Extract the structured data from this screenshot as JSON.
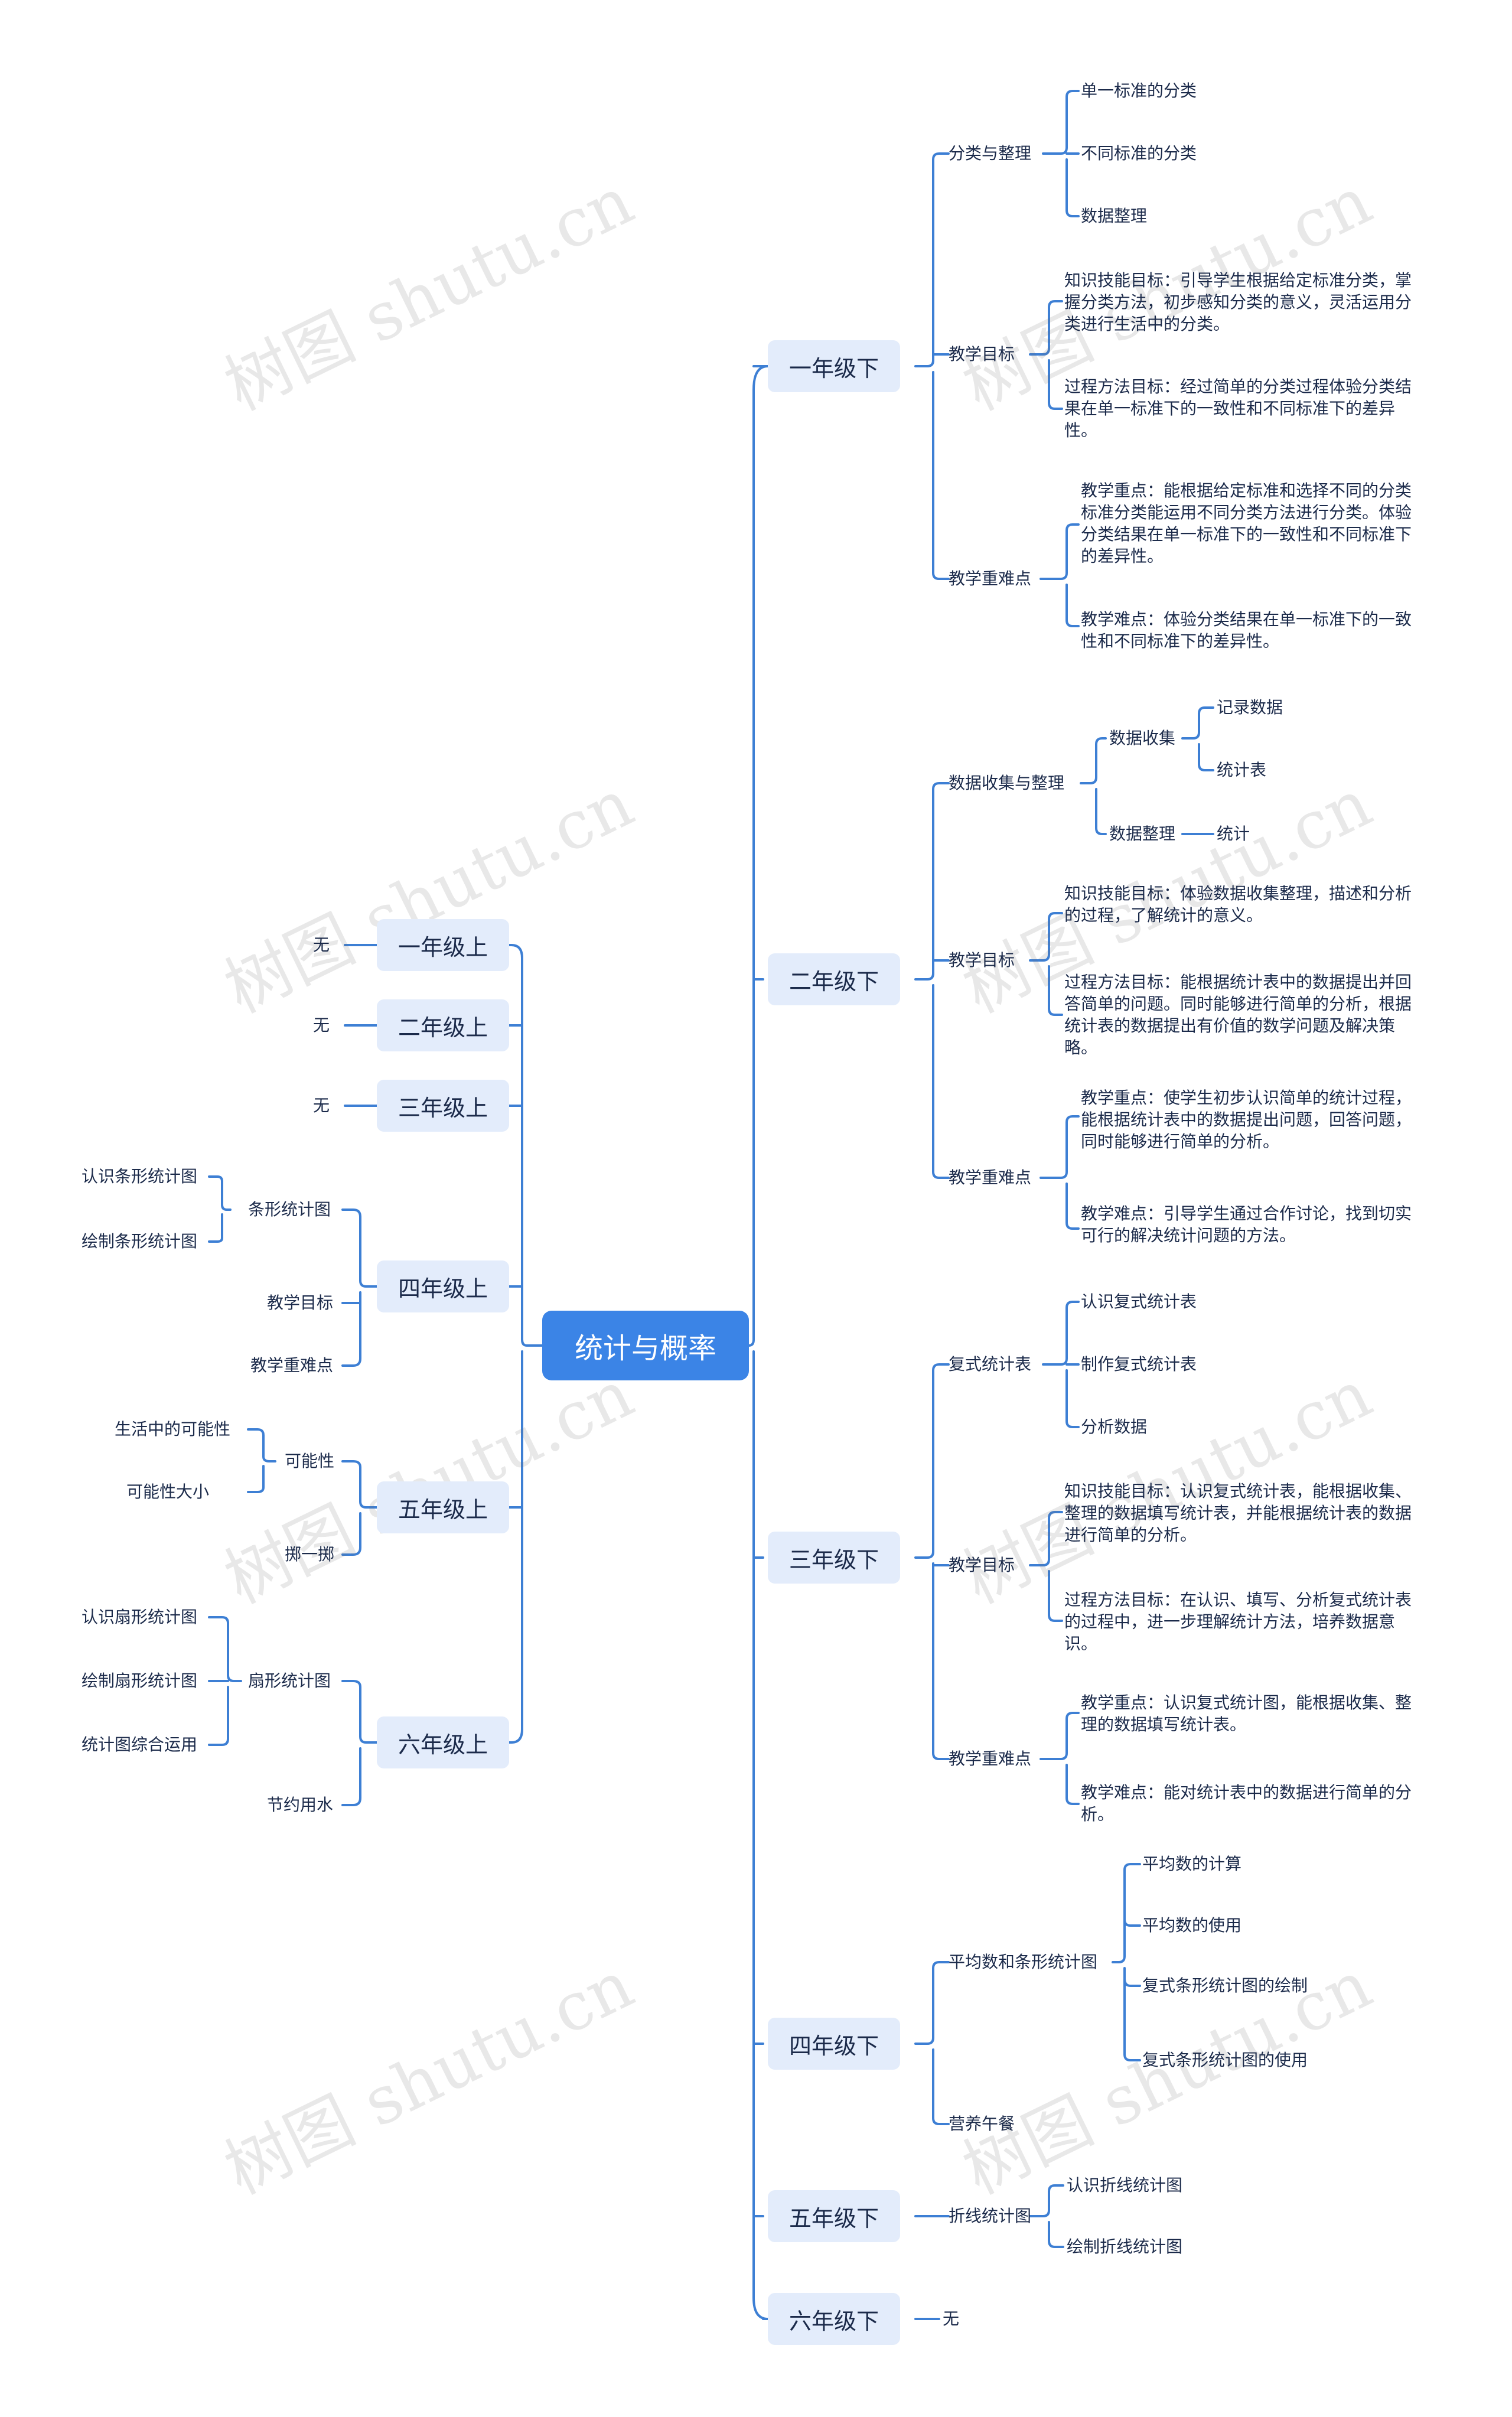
{
  "root": "统计与概率",
  "watermark": "树图 shutu.cn",
  "left": {
    "g1": {
      "label": "一年级上",
      "child": "无"
    },
    "g2": {
      "label": "二年级上",
      "child": "无"
    },
    "g3": {
      "label": "三年级上",
      "child": "无"
    },
    "g4": {
      "label": "四年级上",
      "bar": "条形统计图",
      "bar_items": [
        "认识条形统计图",
        "绘制条形统计图"
      ],
      "goal": "教学目标",
      "key": "教学重难点"
    },
    "g5": {
      "label": "五年级上",
      "poss": "可能性",
      "poss_items": [
        "生活中的可能性",
        "可能性大小"
      ],
      "throw": "掷一掷"
    },
    "g6": {
      "label": "六年级上",
      "pie": "扇形统计图",
      "pie_items": [
        "认识扇形统计图",
        "绘制扇形统计图",
        "统计图综合运用"
      ],
      "water": "节约用水"
    }
  },
  "right": {
    "g1": {
      "label": "一年级下",
      "classify": "分类与整理",
      "classify_items": [
        "单一标准的分类",
        "不同标准的分类",
        "数据整理"
      ],
      "goal": "教学目标",
      "goal_items": [
        "知识技能目标：引导学生根据给定标准分类，掌握分类方法，初步感知分类的意义，灵活运用分类进行生活中的分类。",
        "过程方法目标：经过简单的分类过程体验分类结果在单一标准下的一致性和不同标准下的差异性。"
      ],
      "key": "教学重难点",
      "key_items": [
        "教学重点：能根据给定标准和选择不同的分类标准分类能运用不同分类方法进行分类。体验分类结果在单一标准下的一致性和不同标准下的差异性。",
        "教学难点：体验分类结果在单一标准下的一致性和不同标准下的差异性。"
      ]
    },
    "g2": {
      "label": "二年级下",
      "collect": "数据收集与整理",
      "collect_sub": "数据收集",
      "collect_sub_items": [
        "记录数据",
        "统计表"
      ],
      "sort_sub": "数据整理",
      "sort_sub_item": "统计",
      "goal": "教学目标",
      "goal_items": [
        "知识技能目标：体验数据收集整理，描述和分析的过程，了解统计的意义。",
        "过程方法目标：能根据统计表中的数据提出并回答简单的问题。同时能够进行简单的分析，根据统计表的数据提出有价值的数学问题及解决策略。"
      ],
      "key": "教学重难点",
      "key_items": [
        "教学重点：使学生初步认识简单的统计过程，能根据统计表中的数据提出问题，回答问题，同时能够进行简单的分析。",
        "教学难点：引导学生通过合作讨论，找到切实可行的解决统计问题的方法。"
      ]
    },
    "g3": {
      "label": "三年级下",
      "compound": "复式统计表",
      "compound_items": [
        "认识复式统计表",
        "制作复式统计表",
        "分析数据"
      ],
      "goal": "教学目标",
      "goal_items": [
        "知识技能目标：认识复式统计表，能根据收集、整理的数据填写统计表，并能根据统计表的数据进行简单的分析。",
        "过程方法目标：在认识、填写、分析复式统计表的过程中，进一步理解统计方法，培养数据意识。"
      ],
      "key": "教学重难点",
      "key_items": [
        "教学重点：认识复式统计图，能根据收集、整理的数据填写统计表。",
        "教学难点：能对统计表中的数据进行简单的分析。"
      ]
    },
    "g4": {
      "label": "四年级下",
      "avg": "平均数和条形统计图",
      "avg_items": [
        "平均数的计算",
        "平均数的使用",
        "复式条形统计图的绘制",
        "复式条形统计图的使用"
      ],
      "lunch": "营养午餐"
    },
    "g5": {
      "label": "五年级下",
      "line": "折线统计图",
      "line_items": [
        "认识折线统计图",
        "绘制折线统计图"
      ]
    },
    "g6": {
      "label": "六年级下",
      "child": "无"
    }
  }
}
